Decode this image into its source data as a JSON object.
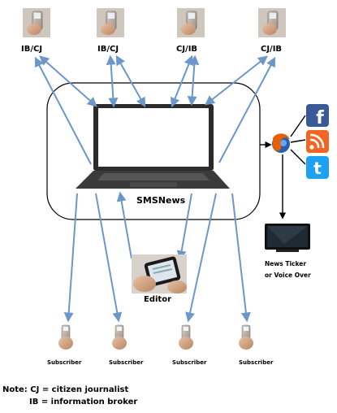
{
  "diagram": {
    "sources": [
      "IB/CJ",
      "IB/CJ",
      "CJ/IB",
      "CJ/IB"
    ],
    "hub_label": "SMSNews",
    "editor_label": "Editor",
    "social": [
      "facebook-icon",
      "rss-icon",
      "twitter-icon"
    ],
    "browser": "firefox-icon",
    "output_label_line1": "News Ticker",
    "output_label_line2": "or Voice Over",
    "subscribers": [
      "Subscriber",
      "Subscriber",
      "Subscriber",
      "Subscriber"
    ],
    "note_line1": "Note: CJ = citizen journalist",
    "note_line2": "IB = information broker",
    "colors": {
      "arrow": "#6b97c9",
      "arrow_dark": "#000000",
      "laptop_body": "#2b2b2b",
      "screen": "#ffffff",
      "facebook": "#3b5998",
      "rss": "#f26522",
      "twitter": "#1da1f2"
    }
  }
}
